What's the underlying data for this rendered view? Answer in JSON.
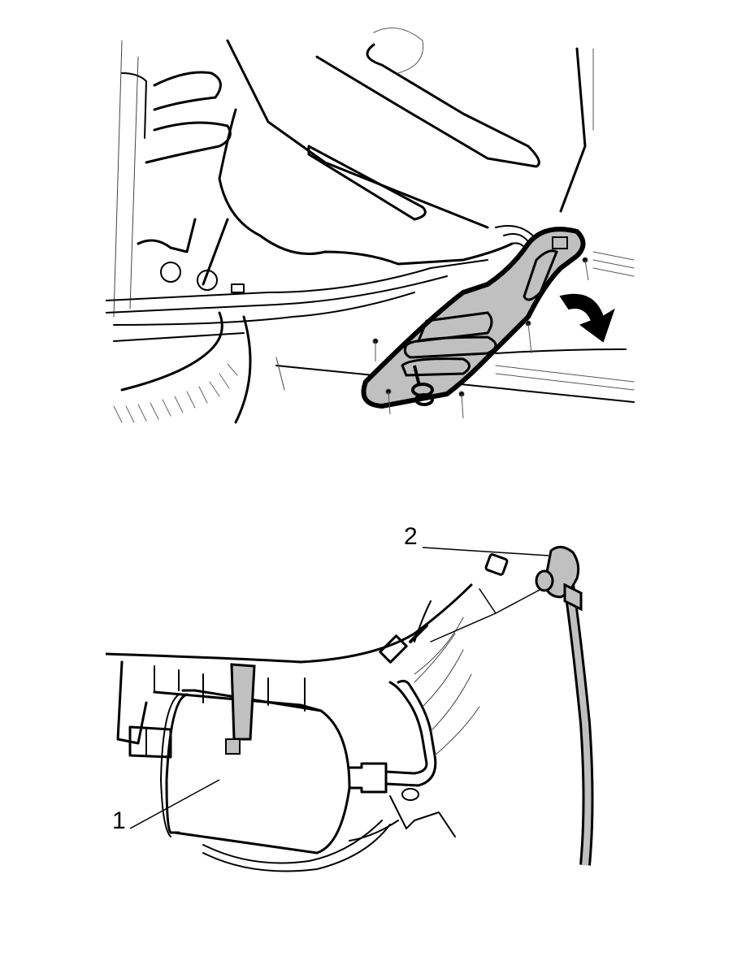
{
  "page": {
    "background": "#ffffff",
    "accent_fill": "#c0c0c0"
  },
  "figures": [
    {
      "id": "top",
      "description": "Underbody view with shield plate lowered and removed; curved arrow indicates removal direction",
      "elements": [
        "shield-plate",
        "push-rivet-fastener",
        "curved-arrow",
        "retaining-screws",
        "fuel-tank",
        "wheel"
      ]
    },
    {
      "id": "bottom",
      "description": "Fuel filter with mounting strap and fuel line quick connector",
      "callouts": [
        {
          "number": "1",
          "target": "filter-mounting-strap"
        },
        {
          "number": "2",
          "target": "fuel-line-quick-connector"
        }
      ]
    }
  ],
  "callouts": {
    "one": "1",
    "two": "2"
  }
}
